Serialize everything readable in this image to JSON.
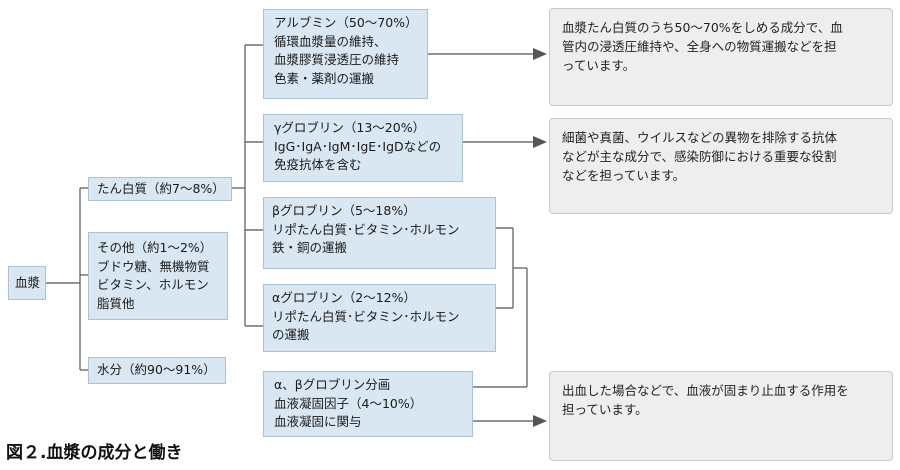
{
  "root": {
    "label": "血漿"
  },
  "categories": {
    "protein": {
      "label": "たん白質（約7～8%）"
    },
    "other": {
      "lines": [
        "その他（約1～2%）",
        "ブドウ糖、無機物質",
        "ビタミン、ホルモン",
        "脂質他"
      ]
    },
    "water": {
      "label": "水分（約90～91%）"
    }
  },
  "proteins": {
    "albumin": {
      "lines": [
        "アルブミン（50～70%）",
        "循環血漿量の維持、",
        "血漿膠質浸透圧の維持",
        "色素・薬剤の運搬"
      ]
    },
    "gamma": {
      "lines": [
        "γグロブリン（13～20%）",
        "IgG･IgA･IgM･IgE･IgDなどの",
        "免疫抗体を含む"
      ]
    },
    "beta": {
      "lines": [
        "βグロブリン（5～18%）",
        "リポたん白質･ビタミン･ホルモン",
        "鉄・銅の運搬"
      ]
    },
    "alpha": {
      "lines": [
        "αグロブリン（2～12%）",
        "リポたん白質･ビタミン･ホルモン",
        "の運搬"
      ]
    },
    "fraction": {
      "lines": [
        "α、βグロブリン分画",
        "血液凝固因子（4～10%）",
        "血液凝固に関与"
      ]
    }
  },
  "notes": {
    "albumin": {
      "lines": [
        "血漿たん白質のうち50～70%をしめる成分で、血",
        "管内の浸透圧維持や、全身への物質運搬などを担",
        "っています。"
      ]
    },
    "gamma": {
      "lines": [
        "細菌や真菌、ウイルスなどの異物を排除する抗体",
        "などが主な成分で、感染防御における重要な役割",
        "などを担っています。"
      ]
    },
    "coagulation": {
      "lines": [
        "出血した場合などで、血液が固まり止血する作用を",
        "担っています。"
      ]
    }
  },
  "caption": "図２.血漿の成分と働き",
  "colors": {
    "box_fill": "#d8e7f1",
    "box_border": "#a9c3d6",
    "note_fill": "#eeeeee",
    "line": "#555555"
  }
}
